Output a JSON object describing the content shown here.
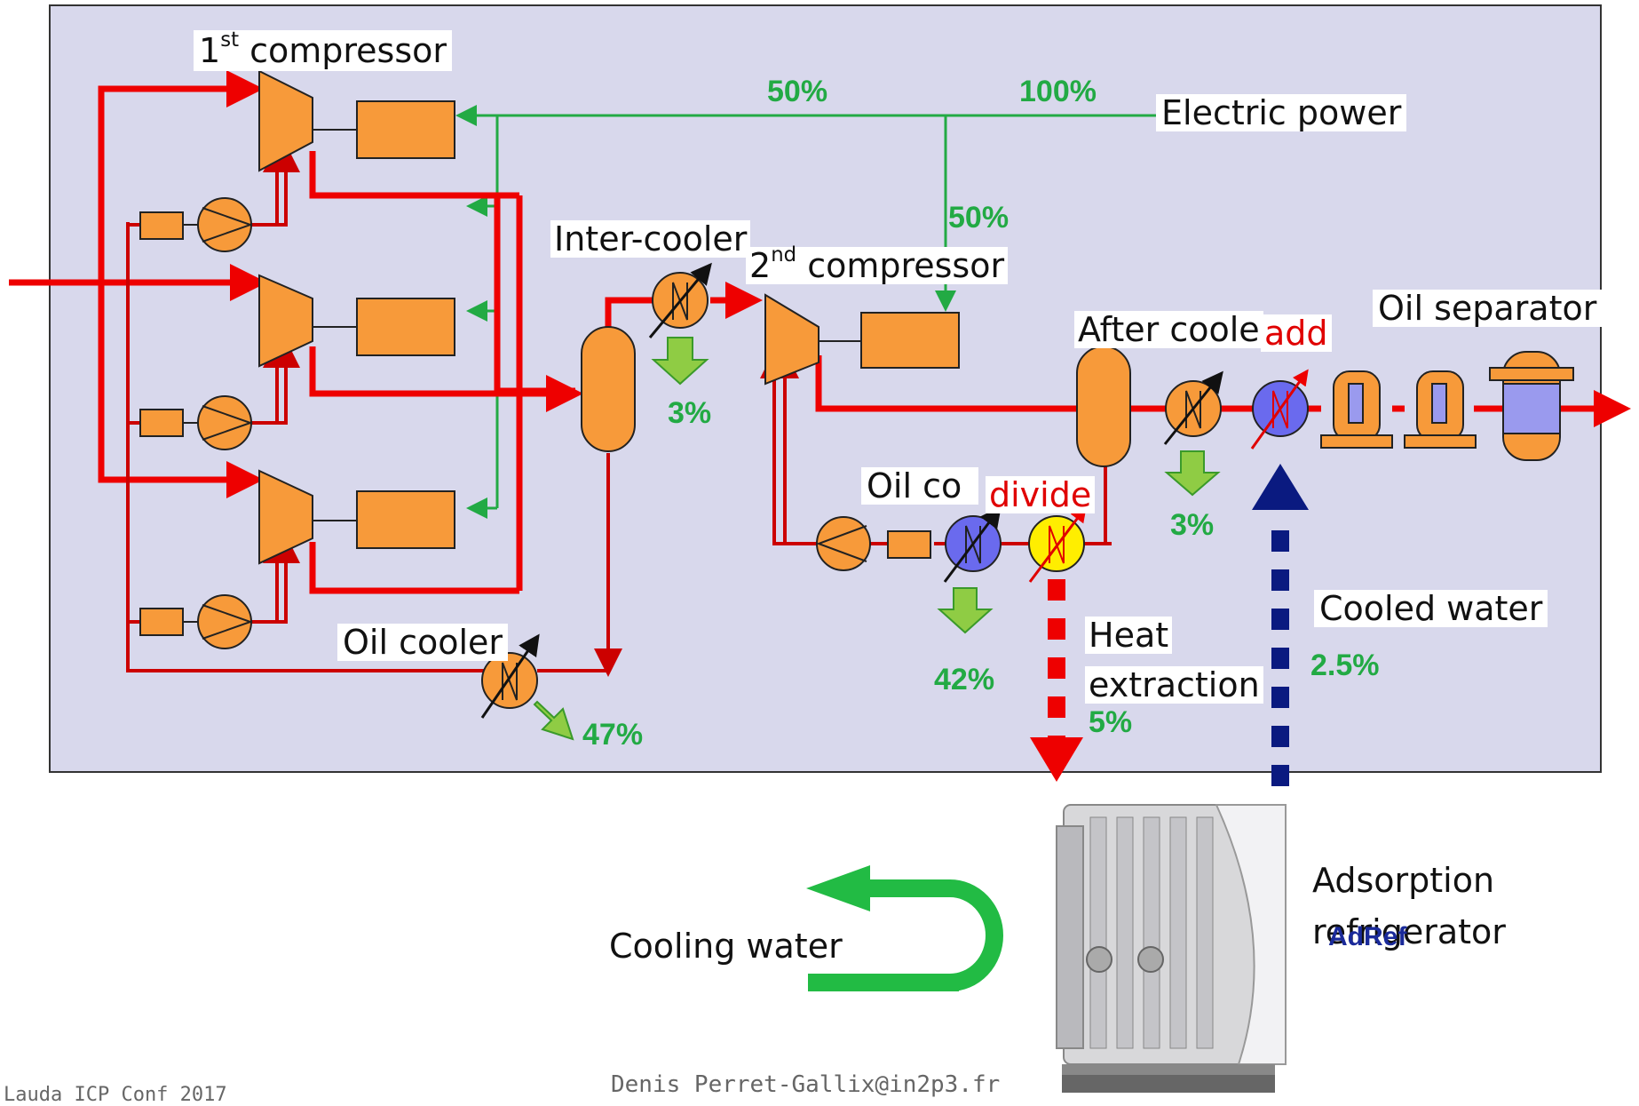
{
  "labels": {
    "compressor1_base": "1",
    "compressor1_sup": "st",
    "compressor1_rest": " compressor",
    "compressor2_base": "2",
    "compressor2_sup": "nd",
    "compressor2_rest": " compressor",
    "electric_power": "Electric power",
    "inter_cooler": "Inter-cooler",
    "after_cooler": "After coole",
    "add": "add",
    "oil_separator": "Oil separator",
    "oil_cooler_2": "Oil co",
    "divide": "divide",
    "oil_cooler_1": "Oil cooler",
    "heat_extraction_1": "Heat",
    "heat_extraction_2": "extraction",
    "cooled_water": "Cooled water",
    "adsorption_1": "Adsorption",
    "adsorption_2": "refrigerator",
    "adref_overlay": "AdRef",
    "cooling_water": "Cooling water",
    "footer_author": "Denis Perret-Gallix@in2p3.fr",
    "footer_left": "Lauda ICP Conf 2017"
  },
  "percentages": {
    "power_50_top": "50%",
    "power_100": "100%",
    "power_50_down": "50%",
    "intercooler_loss": "3%",
    "aftercooler_loss": "3%",
    "oil_cooler_2_loss": "42%",
    "oil_cooler_1_loss": "47%",
    "heat_extraction": "5%",
    "cooled_water": "2.5%"
  },
  "colors": {
    "panel_bg": "#d8d8ec",
    "process_line": "#ee0000",
    "oil_line": "#cc0000",
    "power_line": "#22aa44",
    "equipment": "#f79a3a",
    "cooled_exchanger": "#6a6aee",
    "heat_exchanger": "#ffee00",
    "cooled_water_arrow": "#0a1a80",
    "cooling_water_arrow": "#22bb44"
  },
  "icons": [
    "compressor-icon",
    "motor-icon",
    "pump-icon",
    "heat-exchanger-icon",
    "vessel-icon",
    "separator-icon",
    "adsorption-refrigerator-icon"
  ]
}
